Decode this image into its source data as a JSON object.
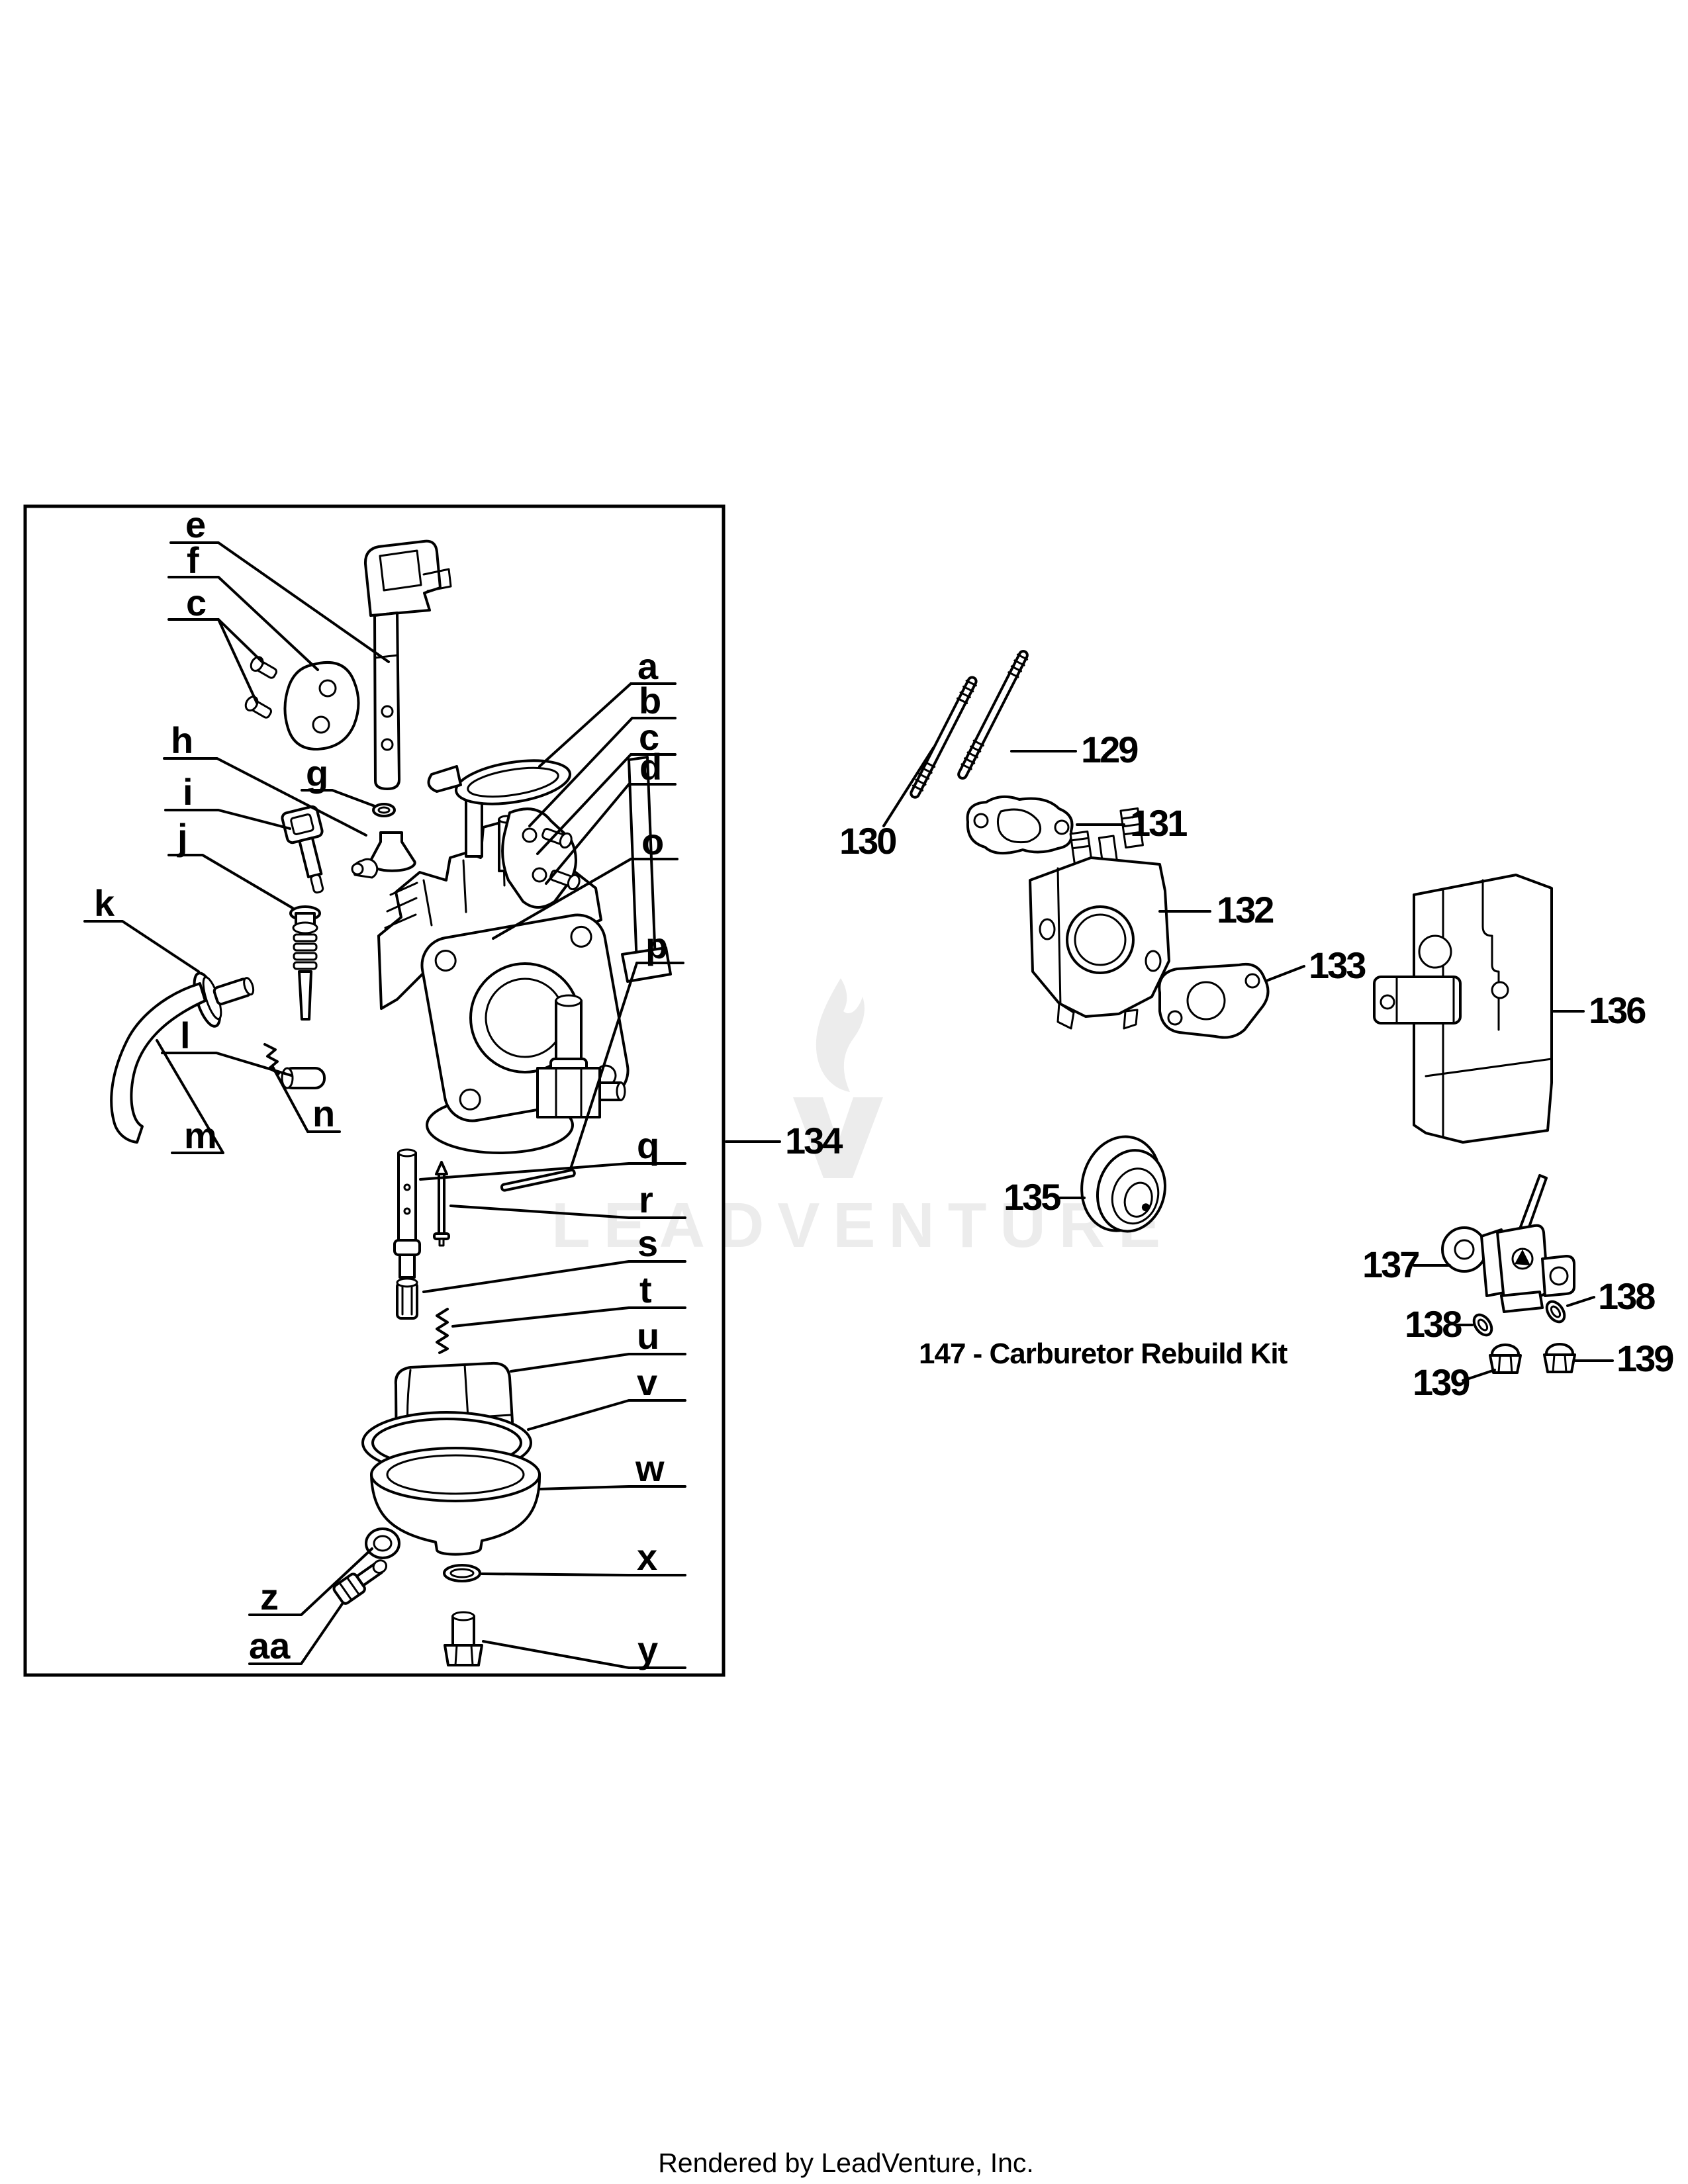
{
  "page": {
    "background": "#ffffff",
    "line_color": "#000000"
  },
  "watermark": {
    "text": "LEADVENTURE",
    "logo": "leadventure-flame-v-logo",
    "color": "#ececec"
  },
  "footer": {
    "text": "Rendered by LeadVenture, Inc."
  },
  "captions": {
    "kit": "147 - Carburetor Rebuild Kit"
  },
  "assembly_box": {
    "number": "134",
    "description": "carburetor-exploded-view"
  },
  "parts_letters": [
    {
      "id": "e",
      "t": "e"
    },
    {
      "id": "f",
      "t": "f"
    },
    {
      "id": "c-top",
      "t": "c"
    },
    {
      "id": "h",
      "t": "h"
    },
    {
      "id": "g",
      "t": "g"
    },
    {
      "id": "i",
      "t": "i"
    },
    {
      "id": "j",
      "t": "j"
    },
    {
      "id": "k",
      "t": "k"
    },
    {
      "id": "l",
      "t": "l"
    },
    {
      "id": "m",
      "t": "m"
    },
    {
      "id": "n",
      "t": "n"
    },
    {
      "id": "a",
      "t": "a"
    },
    {
      "id": "b",
      "t": "b"
    },
    {
      "id": "c-right",
      "t": "c"
    },
    {
      "id": "d",
      "t": "d"
    },
    {
      "id": "o",
      "t": "o"
    },
    {
      "id": "p",
      "t": "p"
    },
    {
      "id": "q",
      "t": "q"
    },
    {
      "id": "r",
      "t": "r"
    },
    {
      "id": "s",
      "t": "s"
    },
    {
      "id": "t",
      "t": "t"
    },
    {
      "id": "u",
      "t": "u"
    },
    {
      "id": "v",
      "t": "v"
    },
    {
      "id": "w",
      "t": "w"
    },
    {
      "id": "x",
      "t": "x"
    },
    {
      "id": "y",
      "t": "y"
    },
    {
      "id": "z",
      "t": "z"
    },
    {
      "id": "aa",
      "t": "aa"
    }
  ],
  "part_numbers": [
    {
      "id": "129",
      "t": "129"
    },
    {
      "id": "130",
      "t": "130"
    },
    {
      "id": "131",
      "t": "131"
    },
    {
      "id": "132",
      "t": "132"
    },
    {
      "id": "133",
      "t": "133"
    },
    {
      "id": "134",
      "t": "134"
    },
    {
      "id": "135",
      "t": "135"
    },
    {
      "id": "136",
      "t": "136"
    },
    {
      "id": "137",
      "t": "137"
    },
    {
      "id": "138-left",
      "t": "138"
    },
    {
      "id": "138-right",
      "t": "138"
    },
    {
      "id": "139-left",
      "t": "139"
    },
    {
      "id": "139-right",
      "t": "139"
    }
  ]
}
